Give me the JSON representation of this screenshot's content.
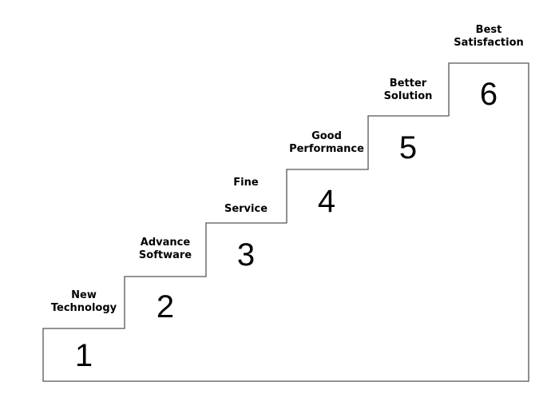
{
  "diagram": {
    "line_color": "#555555",
    "text_color": "#000000",
    "steps": [
      {
        "number": "1",
        "label_lines": [
          "New",
          "Technology"
        ]
      },
      {
        "number": "2",
        "label_lines": [
          "Advance",
          "Software"
        ]
      },
      {
        "number": "3",
        "label_lines": [
          "Fine",
          "Service"
        ]
      },
      {
        "number": "4",
        "label_lines": [
          "Good",
          "Performance"
        ]
      },
      {
        "number": "5",
        "label_lines": [
          "Better",
          "Solution"
        ]
      },
      {
        "number": "6",
        "label_lines": [
          "Best",
          "Satisfaction"
        ]
      }
    ]
  }
}
